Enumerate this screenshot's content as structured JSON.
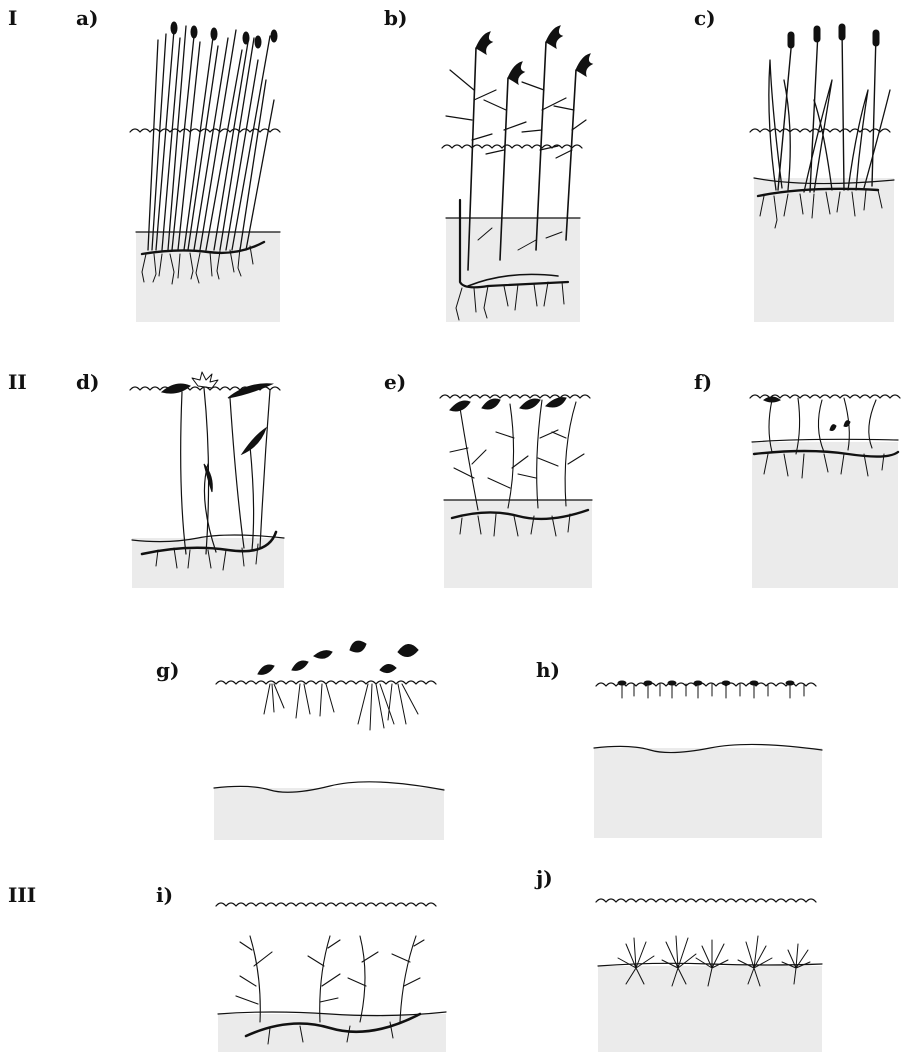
{
  "groups": [
    {
      "id": "I",
      "label": "I"
    },
    {
      "id": "II",
      "label": "II"
    },
    {
      "id": "III",
      "label": "III"
    }
  ],
  "panels": [
    {
      "id": "a",
      "label": "a)"
    },
    {
      "id": "b",
      "label": "b)"
    },
    {
      "id": "c",
      "label": "c)"
    },
    {
      "id": "d",
      "label": "d)"
    },
    {
      "id": "e",
      "label": "e)"
    },
    {
      "id": "f",
      "label": "f)"
    },
    {
      "id": "g",
      "label": "g)"
    },
    {
      "id": "h",
      "label": "h)"
    },
    {
      "id": "i",
      "label": "i)"
    },
    {
      "id": "j",
      "label": "j)"
    }
  ],
  "colors": {
    "ink": "#111111",
    "sediment": "#ebebeb"
  }
}
